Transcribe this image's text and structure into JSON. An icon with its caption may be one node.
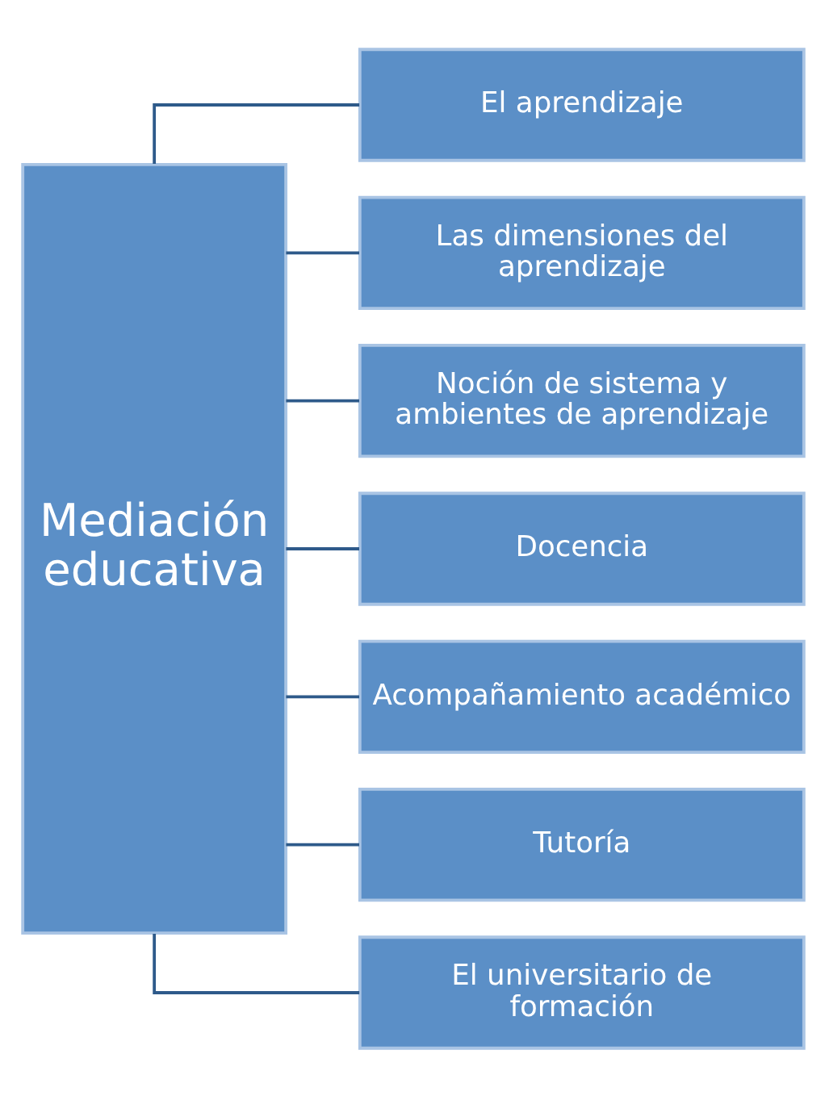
{
  "diagram": {
    "nodes": [
      {
        "text": [
          "Mediación educativa"
        ]
      },
      {
        "text": [
          "El aprendizaje"
        ]
      },
      {
        "text": [
          "Las dimensiones del aprendizaje"
        ]
      },
      {
        "text": [
          "Noción de sistema y ambientes de aprendizaje"
        ]
      },
      {
        "text": [
          "Docencia"
        ]
      },
      {
        "text": [
          "Acompañamiento académico"
        ]
      },
      {
        "text": [
          "Tutoría"
        ]
      },
      {
        "text": [
          "El universitario de formación"
        ]
      }
    ],
    "edges": [
      {
        "from": 0,
        "to": 1,
        "arrow": "none"
      },
      {
        "from": 0,
        "to": 2,
        "arrow": "none"
      },
      {
        "from": 0,
        "to": 3,
        "arrow": "none"
      },
      {
        "from": 0,
        "to": 4,
        "arrow": "none"
      },
      {
        "from": 0,
        "to": 5,
        "arrow": "none"
      },
      {
        "from": 0,
        "to": 6,
        "arrow": "none"
      },
      {
        "from": 0,
        "to": 7,
        "arrow": "none"
      }
    ]
  }
}
